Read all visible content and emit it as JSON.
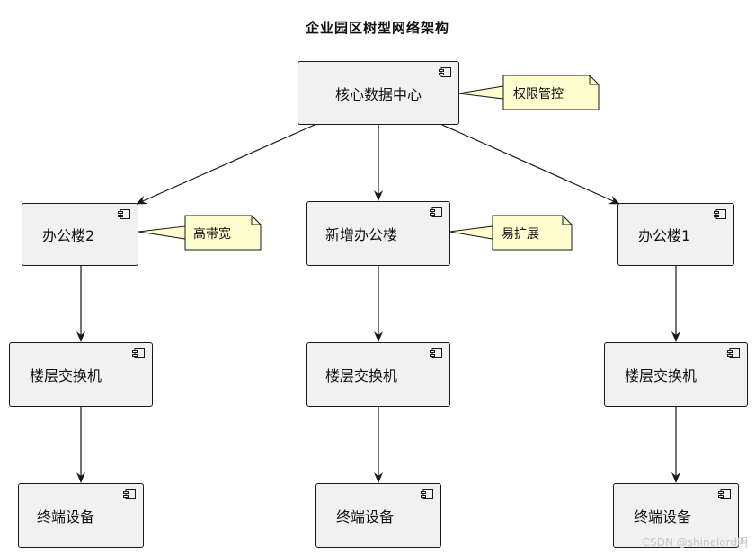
{
  "diagram": {
    "title": "企业园区树型网络架构",
    "nodes": {
      "core": "核心数据中心",
      "office2": "办公楼2",
      "new_office": "新增办公楼",
      "office1": "办公楼1",
      "floor_switch_1": "楼层交换机",
      "floor_switch_2": "楼层交换机",
      "floor_switch_3": "楼层交换机",
      "terminal_1": "终端设备",
      "terminal_2": "终端设备",
      "terminal_3": "终端设备"
    },
    "notes": {
      "core": "权限管控",
      "office2": "高带宽",
      "new_office": "易扩展"
    },
    "edges": [
      {
        "from": "core",
        "to": "office2"
      },
      {
        "from": "core",
        "to": "new_office"
      },
      {
        "from": "core",
        "to": "office1"
      },
      {
        "from": "office2",
        "to": "floor_switch_1"
      },
      {
        "from": "new_office",
        "to": "floor_switch_2"
      },
      {
        "from": "office1",
        "to": "floor_switch_3"
      },
      {
        "from": "floor_switch_1",
        "to": "terminal_1"
      },
      {
        "from": "floor_switch_2",
        "to": "terminal_2"
      },
      {
        "from": "floor_switch_3",
        "to": "terminal_3"
      }
    ],
    "watermark": "CSDN @shinelord明"
  }
}
